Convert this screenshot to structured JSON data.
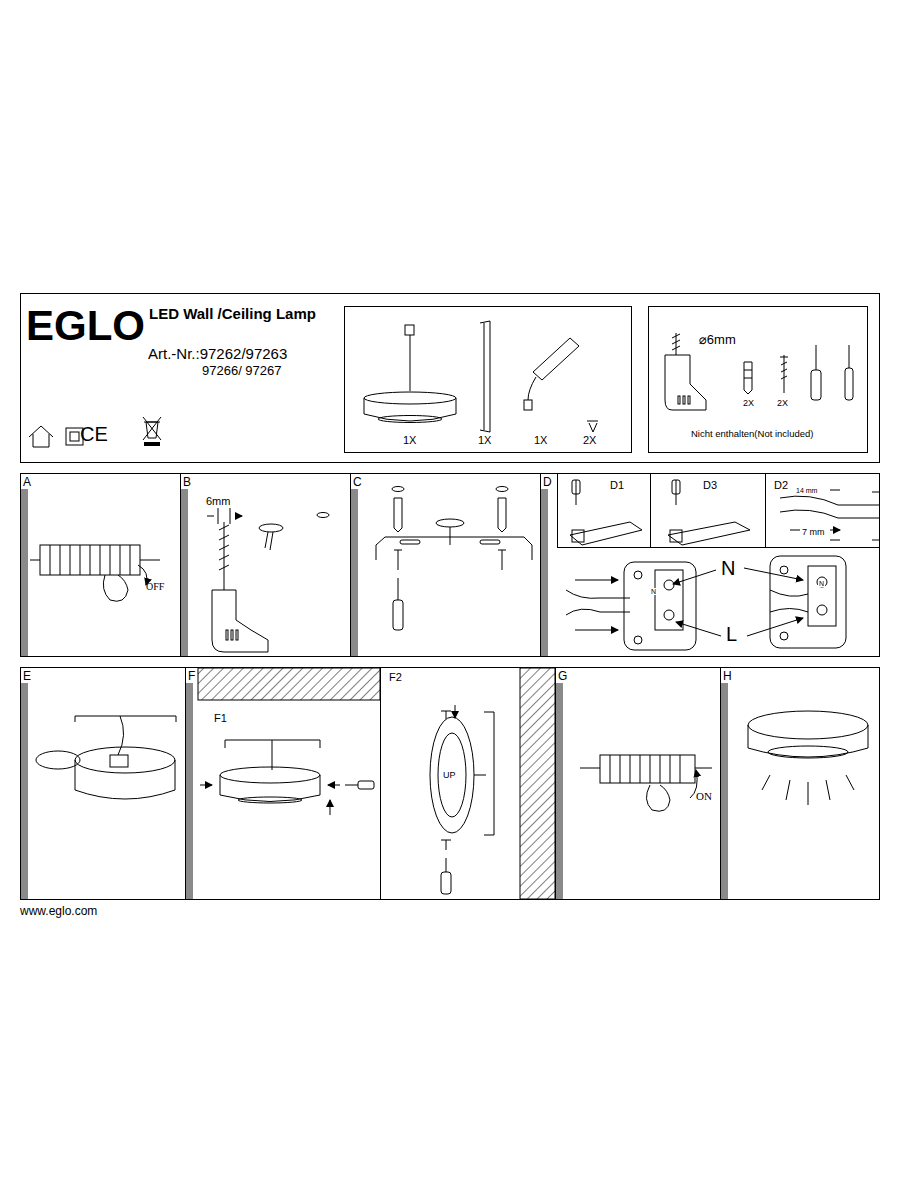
{
  "diagram": {
    "nodes": [
      {
        "text": [
          "EGLO",
          "LED Wall /Ceiling Lamp"
        ]
      },
      {
        "text": [
          "1X",
          "1X",
          "1X",
          "2X"
        ],
        "in": 0
      },
      {
        "text": [
          "⌀6mm",
          "2X",
          "2X",
          "Nicht enthalten(Not included)"
        ],
        "in": 0
      },
      {
        "text": [
          "A",
          "OFF"
        ]
      },
      {
        "text": [
          "B",
          "6mm"
        ]
      },
      {
        "text": [
          "C"
        ]
      },
      {
        "text": [
          "D",
          "N",
          "L"
        ]
      },
      {
        "text": [
          "D1"
        ],
        "in": 6
      },
      {
        "text": [
          "D3"
        ],
        "in": 6
      },
      {
        "text": [
          "D2",
          "14 mm",
          "7 mm"
        ],
        "in": 6
      },
      {
        "text": [
          "E"
        ]
      },
      {
        "text": [
          "F",
          "F1"
        ]
      },
      {
        "text": [
          "F2",
          "UP"
        ]
      },
      {
        "text": [
          "G",
          "ON"
        ]
      },
      {
        "text": [
          "H"
        ]
      }
    ],
    "labels": [
      "Art.-Nr.:97262/97263",
      "97266/ 97267",
      "CE",
      "N",
      "N",
      "www.eglo.com"
    ]
  }
}
